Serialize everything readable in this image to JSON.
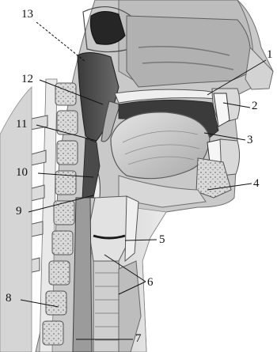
{
  "figure": {
    "labels": [
      {
        "id": "l1",
        "text": "1"
      },
      {
        "id": "l2",
        "text": "2"
      },
      {
        "id": "l3",
        "text": "3"
      },
      {
        "id": "l4",
        "text": "4"
      },
      {
        "id": "l5",
        "text": "5"
      },
      {
        "id": "l6",
        "text": "6"
      },
      {
        "id": "l7",
        "text": "7"
      },
      {
        "id": "l8",
        "text": "8"
      },
      {
        "id": "l9",
        "text": "9"
      },
      {
        "id": "l10",
        "text": "10"
      },
      {
        "id": "l11",
        "text": "11"
      },
      {
        "id": "l12",
        "text": "12"
      },
      {
        "id": "l13",
        "text": "13"
      }
    ]
  }
}
